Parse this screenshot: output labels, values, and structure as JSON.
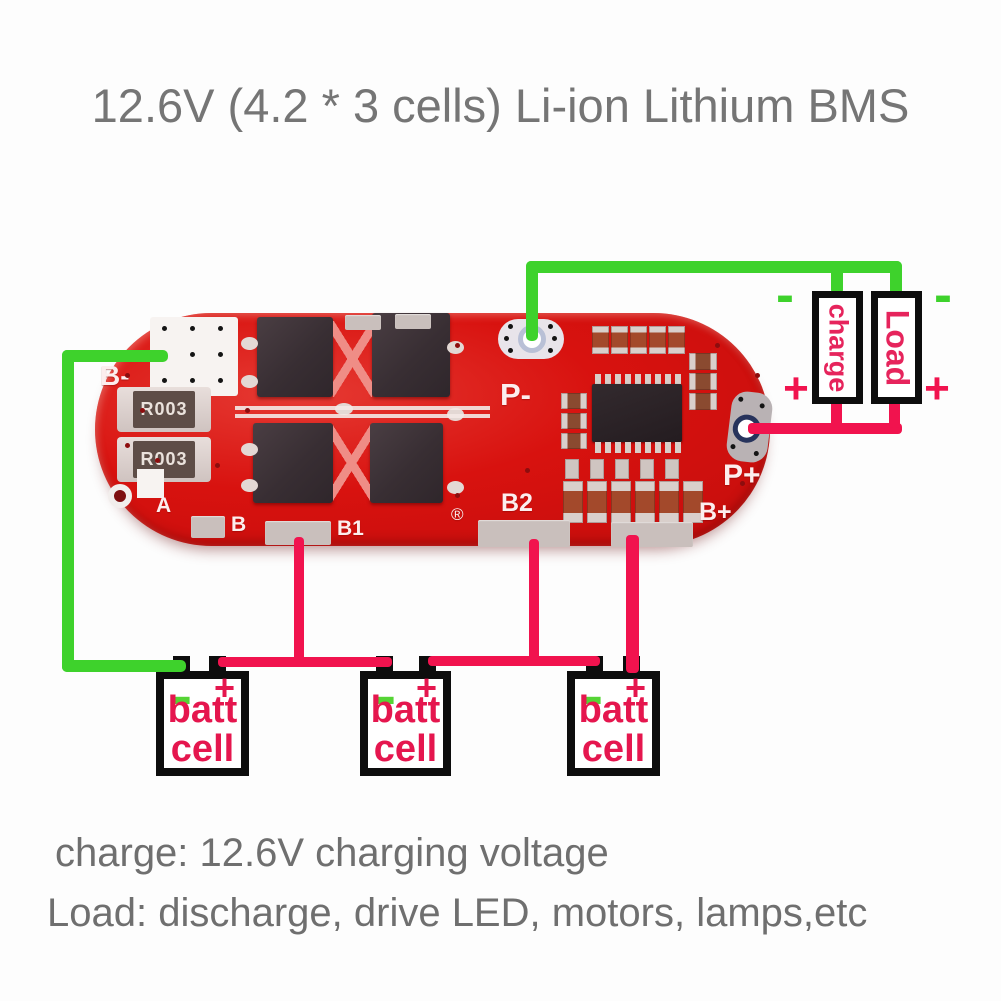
{
  "title": "12.6V (4.2 * 3 cells) Li-ion Lithium BMS",
  "board": {
    "labels": {
      "b_minus": "B-",
      "a": "A",
      "b": "B",
      "b1": "B1",
      "b2": "B2",
      "registered": "®",
      "p_minus": "P-",
      "p_plus": "P+",
      "b_plus": "B+"
    },
    "shunt_marking": "R003"
  },
  "wiring": {
    "charge_label": "charge",
    "load_label": "Load",
    "charge_minus": "-",
    "charge_plus": "+",
    "load_minus": "-",
    "load_plus": "+"
  },
  "battery_cells": [
    {
      "minus": "-",
      "plus": "+",
      "line1": "batt",
      "line2": "cell"
    },
    {
      "minus": "-",
      "plus": "+",
      "line1": "batt",
      "line2": "cell"
    },
    {
      "minus": "-",
      "plus": "+",
      "line1": "batt",
      "line2": "cell"
    }
  ],
  "notes": {
    "charge": "charge: 12.6V charging voltage",
    "load": "Load: discharge, drive LED, motors, lamps,etc"
  },
  "colors": {
    "board_red": "#d8120f",
    "wire_green": "#3ed22c",
    "wire_pink": "#f1134e",
    "label_pink": "#e6245c",
    "text_gray": "#6f6f6f"
  }
}
